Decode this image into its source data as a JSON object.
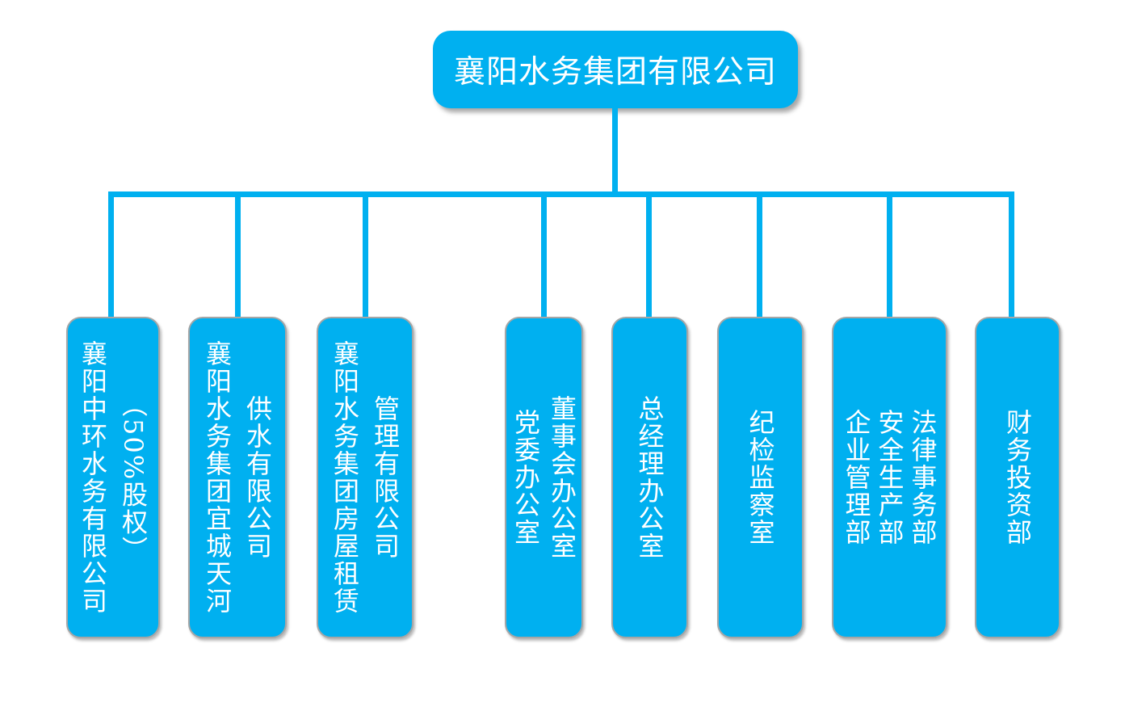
{
  "diagram": {
    "type": "org-chart",
    "colors": {
      "node_fill": "#00B0F0",
      "connector": "#00B0F0",
      "node_border": "#A6A6A6",
      "text": "#FFFFFF",
      "background": "#FFFFFF"
    },
    "root": {
      "label": "襄阳水务集团有限公司"
    },
    "children": [
      {
        "lines": [
          "襄阳中环水务有限公司",
          "（50%股权）"
        ]
      },
      {
        "lines": [
          "襄阳水务集团宜城天河",
          "供水有限公司"
        ]
      },
      {
        "lines": [
          "襄阳水务集团房屋租赁",
          "管理有限公司"
        ]
      },
      {
        "lines": [
          "党委办公室",
          "董事会办公室"
        ]
      },
      {
        "lines": [
          "总经理办公室"
        ]
      },
      {
        "lines": [
          "纪检监察室"
        ]
      },
      {
        "lines": [
          "企业管理部",
          "安全生产部",
          "法律事务部"
        ]
      },
      {
        "lines": [
          "财务投资部"
        ]
      }
    ]
  }
}
